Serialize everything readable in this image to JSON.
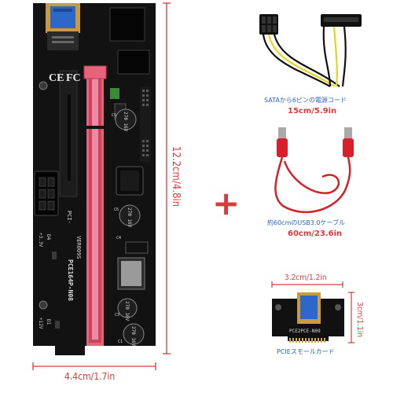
{
  "colors": {
    "board": "#121212",
    "slot": "#e6637c",
    "slot_dark": "#c9455e",
    "dimension": "#d93b3b",
    "caption_blue": "#2b63c4",
    "usb_blue": "#2c67c9",
    "cable_red": "#d6202a",
    "gold": "#d8a94a"
  },
  "riser_board": {
    "height_label": "12.2cm/4.8in",
    "width_label": "4.4cm/1.7in",
    "model_label": "PCE164P-N08",
    "version_label": "VER009S",
    "pci_label": "PCI-",
    "ce_mark": "CE",
    "fcc_mark": "FC",
    "voltage_label_1": "+3.3V",
    "voltage_label_2": "+12V",
    "led_label_1": "D4",
    "led_label_2": "D1",
    "capacitor_text": "270 16V",
    "capacitor_ids": [
      "C5",
      "C6",
      "C4",
      "C3",
      "C1"
    ]
  },
  "plus_sign": "+",
  "power_cable": {
    "caption": "SATAから6ピンの電源コード",
    "length_label": "15cm/5.9in"
  },
  "usb_cable": {
    "caption": "約60cmのUSB3.0ケーブル",
    "length_label": "60cm/23.6in"
  },
  "pcie_card": {
    "width_label": "3.2cm/1.2in",
    "height_label": "3cm/1.1in",
    "model_label": "PCE2PCE-N09",
    "caption": "PCIEスモールカード"
  }
}
